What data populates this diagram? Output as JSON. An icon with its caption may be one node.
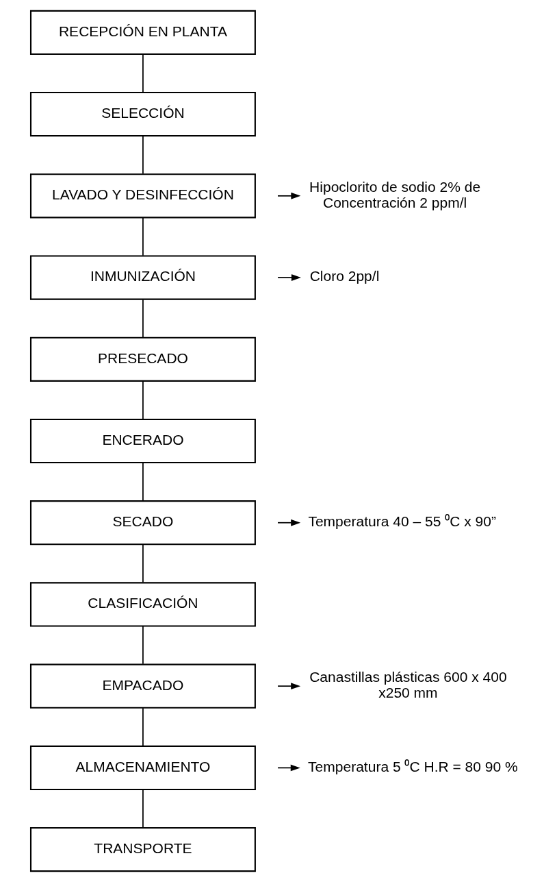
{
  "diagram": {
    "nodes": [
      {
        "text": [
          "RECEPCIÓN EN PLANTA"
        ]
      },
      {
        "text": [
          "SELECCIÓN"
        ]
      },
      {
        "text": [
          "LAVADO Y DESINFECCIÓN"
        ]
      },
      {
        "text": [
          "INMUNIZACIÓN"
        ]
      },
      {
        "text": [
          "PRESECADO"
        ]
      },
      {
        "text": [
          "ENCERADO"
        ]
      },
      {
        "text": [
          "SECADO"
        ]
      },
      {
        "text": [
          "CLASIFICACIÓN"
        ]
      },
      {
        "text": [
          "EMPACADO"
        ]
      },
      {
        "text": [
          "ALMACENAMIENTO"
        ]
      },
      {
        "text": [
          "TRANSPORTE"
        ]
      },
      {
        "text": [
          "Hipoclorito de sodio 2% de Concentración 2 ppm/l"
        ]
      },
      {
        "text": [
          "Cloro 2pp/l"
        ]
      },
      {
        "text": [
          "Temperatura 40 – 55 ⁰C x 90”"
        ]
      },
      {
        "text": [
          "Canastillas plásticas 600 x 400 x250 mm"
        ]
      },
      {
        "text": [
          "Temperatura 5 ⁰C H.R = 80 90 %"
        ]
      }
    ],
    "edges": [
      {
        "from": 0,
        "to": 1,
        "arrow": "none"
      },
      {
        "from": 1,
        "to": 2,
        "arrow": "none"
      },
      {
        "from": 2,
        "to": 3,
        "arrow": "none"
      },
      {
        "from": 3,
        "to": 4,
        "arrow": "none"
      },
      {
        "from": 4,
        "to": 5,
        "arrow": "none"
      },
      {
        "from": 5,
        "to": 6,
        "arrow": "none"
      },
      {
        "from": 6,
        "to": 7,
        "arrow": "none"
      },
      {
        "from": 7,
        "to": 8,
        "arrow": "none"
      },
      {
        "from": 8,
        "to": 9,
        "arrow": "none"
      },
      {
        "from": 9,
        "to": 10,
        "arrow": "none"
      },
      {
        "from": null,
        "to": 11,
        "arrow": "to"
      },
      {
        "from": null,
        "to": 12,
        "arrow": "to"
      },
      {
        "from": null,
        "to": 13,
        "arrow": "to"
      },
      {
        "from": null,
        "to": 14,
        "arrow": "to"
      },
      {
        "from": null,
        "to": 15,
        "arrow": "to"
      }
    ]
  }
}
